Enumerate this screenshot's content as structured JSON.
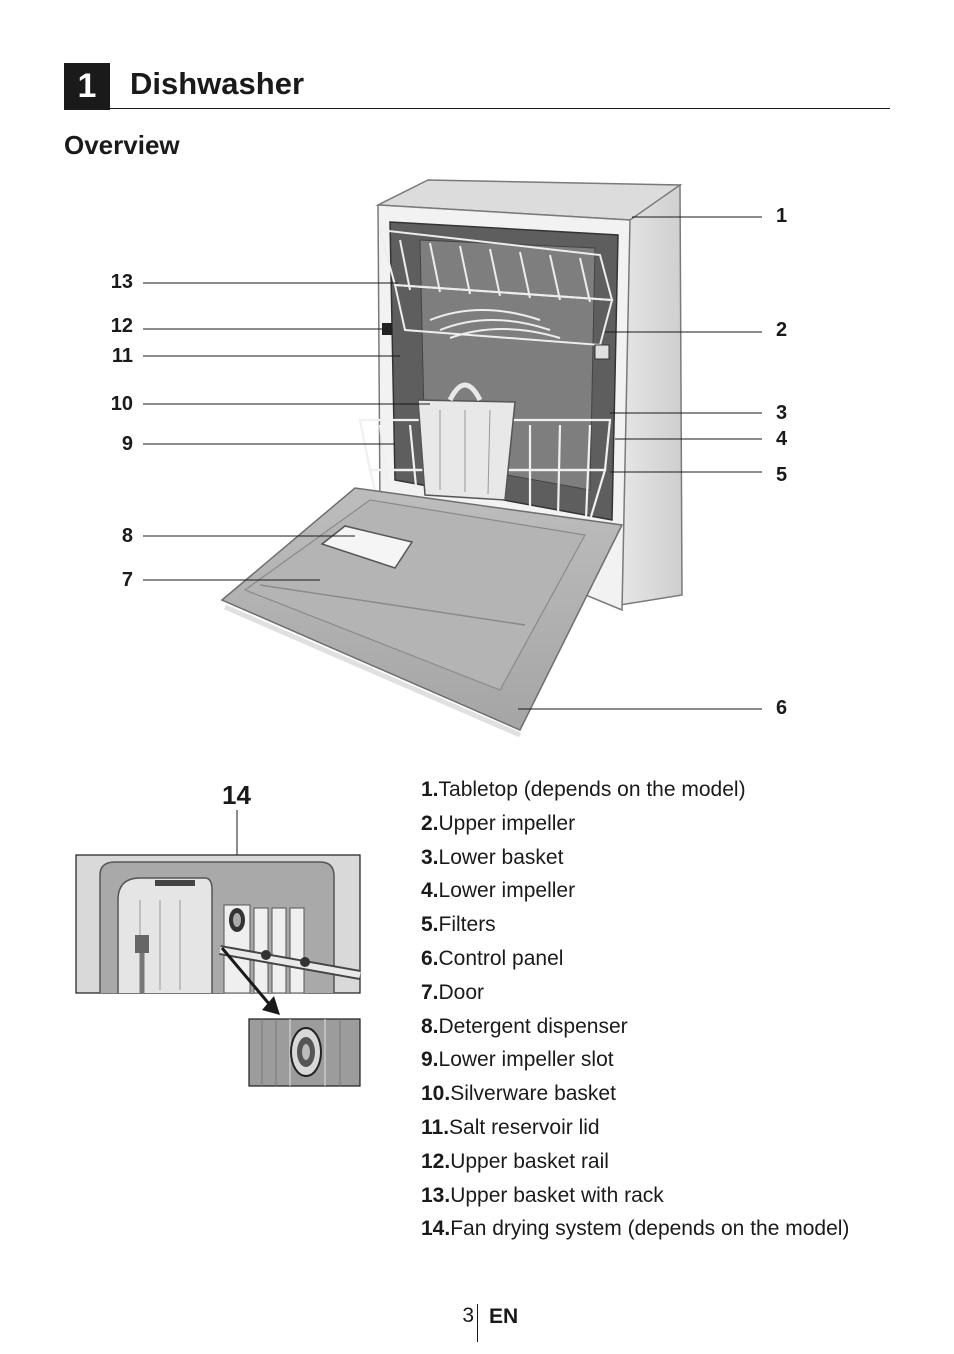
{
  "chapter": {
    "number": "1",
    "title": "Dishwasher"
  },
  "section": {
    "title": "Overview"
  },
  "callouts": {
    "c1": "1",
    "c2": "2",
    "c3": "3",
    "c4": "4",
    "c5": "5",
    "c6": "6",
    "c7": "7",
    "c8": "8",
    "c9": "9",
    "c10": "10",
    "c11": "11",
    "c12": "12",
    "c13": "13",
    "c14": "14"
  },
  "legend": [
    {
      "num": "1.",
      "text": "Tabletop (depends on the model)"
    },
    {
      "num": "2.",
      "text": "Upper impeller"
    },
    {
      "num": "3.",
      "text": "Lower basket"
    },
    {
      "num": "4.",
      "text": "Lower impeller"
    },
    {
      "num": "5.",
      "text": "Filters"
    },
    {
      "num": "6.",
      "text": "Control panel"
    },
    {
      "num": "7.",
      "text": "Door"
    },
    {
      "num": "8.",
      "text": "Detergent dispenser"
    },
    {
      "num": "9.",
      "text": "Lower impeller slot"
    },
    {
      "num": "10.",
      "text": "Silverware basket"
    },
    {
      "num": "11.",
      "text": "Salt reservoir lid"
    },
    {
      "num": "12.",
      "text": "Upper basket rail"
    },
    {
      "num": "13.",
      "text": "Upper basket with rack"
    },
    {
      "num": "14.",
      "text": "Fan drying system (depends on the model)"
    }
  ],
  "footer": {
    "page": "3",
    "lang": "EN"
  }
}
